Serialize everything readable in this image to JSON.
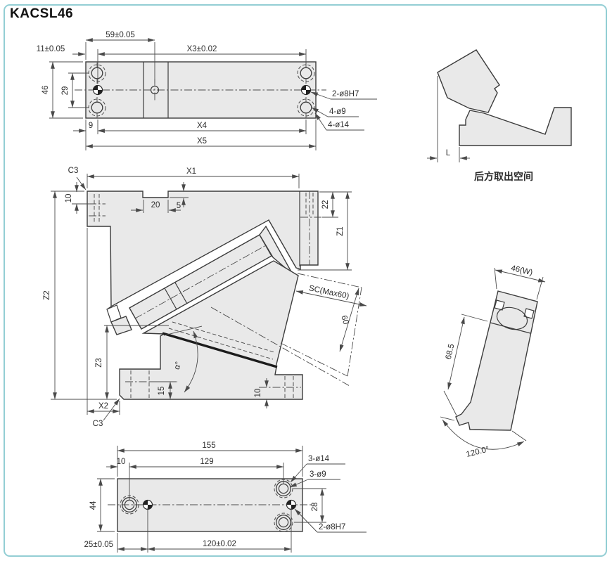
{
  "page": {
    "title": "KACSL46"
  },
  "colors": {
    "border": "#93ced4",
    "part_fill": "#e9e9e9",
    "line": "#3c3c3c",
    "dim": "#4a4a4a"
  },
  "top": {
    "d59": "59±0.05",
    "d11": "11±0.05",
    "x3": "X3±0.02",
    "d46": "46",
    "d29": "29",
    "d9": "9",
    "x4": "X4",
    "x5": "X5",
    "pin": "2-ø8H7",
    "o9": "4-ø9",
    "o14": "4-ø14"
  },
  "side": {
    "c3a": "C3",
    "x1": "X1",
    "d10": "10",
    "d20": "20",
    "d5": "5",
    "d22": "22",
    "z1": "Z1",
    "z2": "Z2",
    "z3": "Z3",
    "x2": "X2",
    "c3b": "C3",
    "sc": "SC(Max60)",
    "d60": "60",
    "alpha": "α°",
    "d15": "15",
    "d10b": "10"
  },
  "rear": {
    "l": "L",
    "caption": "后方取出空间"
  },
  "tilt": {
    "w": "46(W)",
    "len": "68.5",
    "ang": "120.0°"
  },
  "bottom": {
    "d155": "155",
    "d10": "10",
    "d129": "129",
    "d44": "44",
    "d28": "28",
    "d25": "25±0.05",
    "d120": "120±0.02",
    "o14": "3-ø14",
    "o9": "3-ø9",
    "pin": "2-ø8H7"
  }
}
